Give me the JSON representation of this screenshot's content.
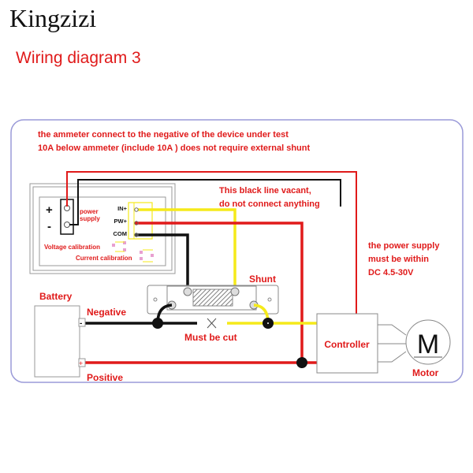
{
  "watermark": "Kingzizi",
  "title": "Wiring diagram 3",
  "notes": {
    "top_line1": "the ammeter connect to the negative of the device under test",
    "top_line2": "10A below ammeter (include 10A ) does not require external shunt",
    "vacant_line1": "This black line vacant,",
    "vacant_line2": "do not connect anything",
    "supply_line1": "the power supply",
    "supply_line2": "must be within",
    "supply_line3": "DC 4.5-30V",
    "must_be_cut": "Must be cut"
  },
  "meter": {
    "plus": "+",
    "minus": "-",
    "power_supply_1": "power",
    "power_supply_2": "supply",
    "in_plus": "IN+",
    "pw_plus": "PW+",
    "com": "COM",
    "voltage_calibration": "Voltage calibration",
    "current_calibration": "Current calibration"
  },
  "shunt": {
    "label": "Shunt"
  },
  "battery": {
    "label": "Battery",
    "negative": "Negative",
    "positive": "Positive",
    "neg_sign": "-",
    "pos_sign": "+"
  },
  "controller": {
    "label": "Controller"
  },
  "motor": {
    "symbol": "M",
    "label": "Motor"
  },
  "colors": {
    "red": "#e01a1a",
    "yellow": "#f5ea1a",
    "black": "#111111",
    "frame": "#9a9ad8"
  }
}
